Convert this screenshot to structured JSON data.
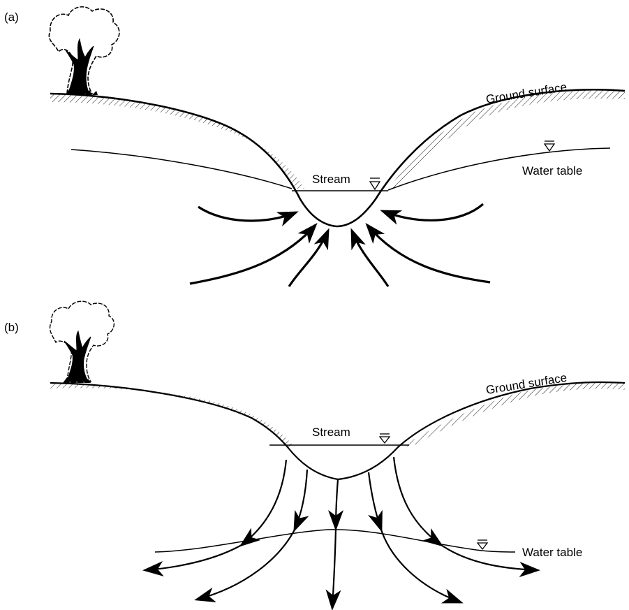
{
  "panel_a": {
    "label": "(a)",
    "ground_surface_label": "Ground surface",
    "water_table_label": "Water table",
    "stream_label": "Stream"
  },
  "panel_b": {
    "label": "(b)",
    "ground_surface_label": "Ground surface",
    "water_table_label": "Water table",
    "stream_label": "Stream"
  }
}
